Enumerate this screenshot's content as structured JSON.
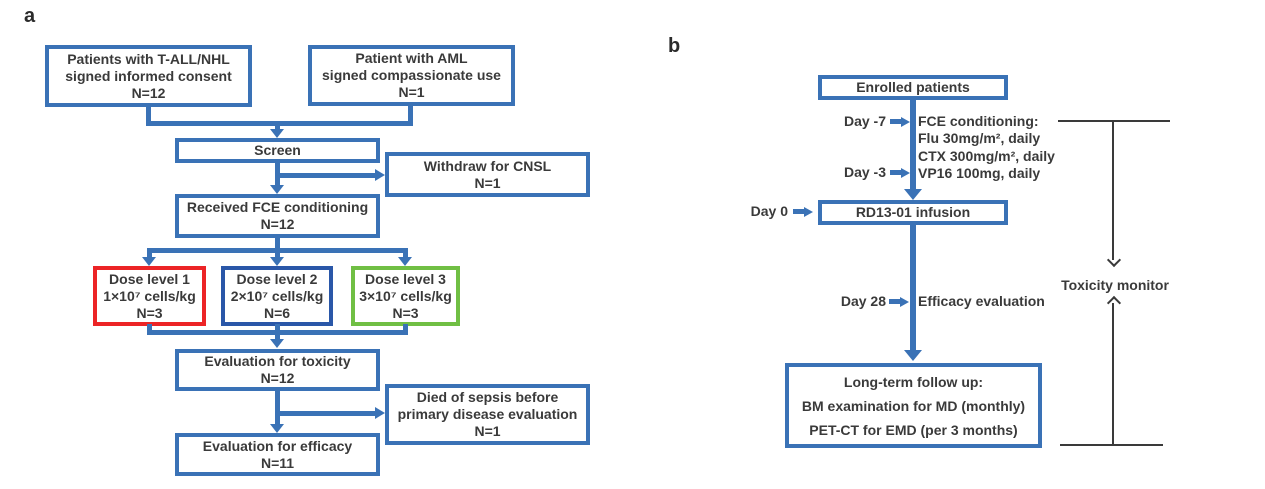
{
  "colors": {
    "flow_blue": "#3a72b6",
    "dose1_border_red": "#ec2426",
    "dose2_border_blue": "#2a57a8",
    "dose3_border_green": "#70bf44",
    "text_ink": "#3a3a3a"
  },
  "panel_a": {
    "label": "a",
    "boxes": {
      "tall_nhl": {
        "lines": [
          "Patients with T-ALL/NHL",
          "signed informed consent",
          "N=12"
        ]
      },
      "aml": {
        "lines": [
          "Patient with AML",
          "signed compassionate use",
          "N=1"
        ]
      },
      "screen": {
        "lines": [
          "Screen"
        ]
      },
      "withdraw": {
        "lines": [
          "Withdraw for CNSL",
          "N=1"
        ]
      },
      "received_fce": {
        "lines": [
          "Received FCE conditioning",
          "N=12"
        ]
      },
      "dose_level_1": {
        "lines": [
          "Dose level 1",
          "1×10⁷ cells/kg",
          "N=3"
        ]
      },
      "dose_level_2": {
        "lines": [
          "Dose level 2",
          "2×10⁷ cells/kg",
          "N=6"
        ]
      },
      "dose_level_3": {
        "lines": [
          "Dose level 3",
          "3×10⁷ cells/kg",
          "N=3"
        ]
      },
      "eval_toxicity": {
        "lines": [
          "Evaluation for toxicity",
          "N=12"
        ]
      },
      "died_sepsis": {
        "lines": [
          "Died of sepsis before",
          "primary disease evaluation",
          "N=1"
        ]
      },
      "eval_efficacy": {
        "lines": [
          "Evaluation for efficacy",
          "N=11"
        ]
      }
    }
  },
  "panel_b": {
    "label": "b",
    "boxes": {
      "enrolled": {
        "lines": [
          "Enrolled patients"
        ]
      },
      "rd13_infusion": {
        "lines": [
          "RD13-01 infusion"
        ]
      },
      "long_term": {
        "lines": [
          "Long-term follow up:",
          "BM examination for MD (monthly)",
          "PET-CT for EMD (per 3 months)"
        ]
      }
    },
    "timeline_labels": {
      "day_minus_7": "Day -7",
      "day_minus_3": "Day -3",
      "day_0": "Day 0",
      "day_28": "Day 28"
    },
    "conditioning": {
      "lines": [
        "FCE conditioning:",
        "Flu 30mg/m², daily",
        "CTX 300mg/m², daily",
        "VP16 100mg, daily"
      ]
    },
    "efficacy_evaluation": "Efficacy evaluation",
    "toxicity_monitor": "Toxicity monitor"
  }
}
